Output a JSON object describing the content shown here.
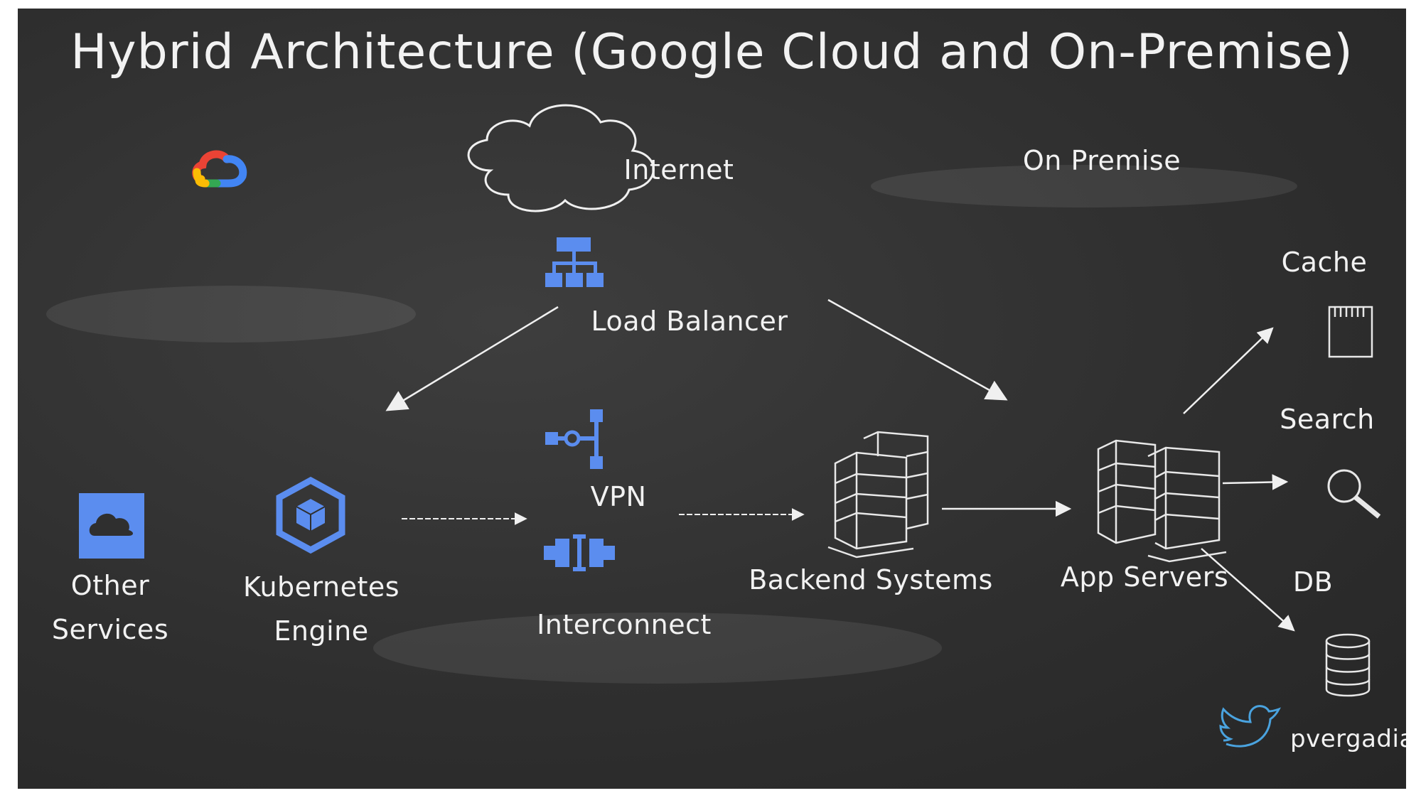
{
  "title": "Hybrid Architecture (Google Cloud and On-Premise)",
  "zones": {
    "on_premise": "On Premise"
  },
  "nodes": {
    "internet": "Internet",
    "load_balancer": "Load Balancer",
    "vpn": "VPN",
    "interconnect": "Interconnect",
    "other_services_line1": "Other",
    "other_services_line2": "Services",
    "kubernetes_line1": "Kubernetes",
    "kubernetes_line2": "Engine",
    "backend_systems": "Backend Systems",
    "app_servers": "App Servers",
    "cache": "Cache",
    "search": "Search",
    "db": "DB"
  },
  "footer": {
    "handle": "pvergadia"
  },
  "colors": {
    "board": "#2f2f2f",
    "chalk": "#f2f2f2",
    "gcp_blue": "#5b8def",
    "google_blue": "#4285f4",
    "google_red": "#ea4335",
    "google_yellow": "#fbbc05",
    "google_green": "#34a853",
    "twitter_blue": "#4aa3df"
  }
}
